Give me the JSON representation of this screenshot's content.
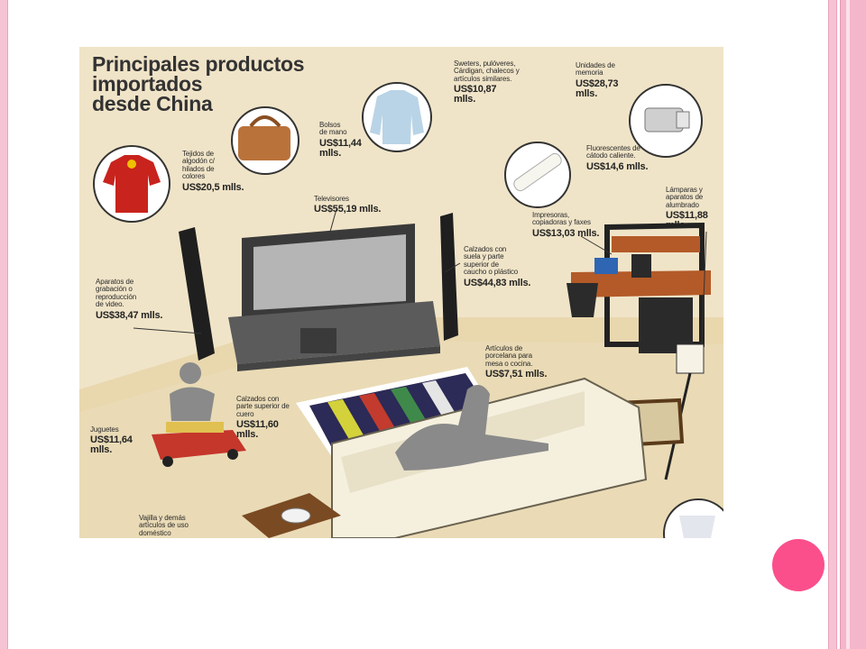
{
  "infographic": {
    "title": "Principales productos\nimportados\ndesde China",
    "items": [
      {
        "label": "Sweters, pulóveres,\nCárdigan, chalecos y\nartículos similares.",
        "value": "US$10,87\nmlls."
      },
      {
        "label": "Unidades de\nmemoria",
        "value": "US$28,73\nmlls."
      },
      {
        "label": "Bolsos\nde mano",
        "value": "US$11,44\nmlls."
      },
      {
        "label": "Fluorescentes de\ncátodo caliente.",
        "value": "US$14,6 mlls."
      },
      {
        "label": "Tejidos de\nalgodón c/\nhilados de\ncolores",
        "value": "US$20,5 mlls."
      },
      {
        "label": "Televisores",
        "value": "US$55,19 mlls."
      },
      {
        "label": "Lámparas y\naparatos de\nalumbrado",
        "value": "US$11,88\nmlls."
      },
      {
        "label": "Impresoras,\ncopiadoras y faxes",
        "value": "US$13,03 mlls."
      },
      {
        "label": "Calzados con\nsuela y parte\nsuperior de\ncaucho o plástico",
        "value": "US$44,83 mlls."
      },
      {
        "label": "Aparatos de\ngrabación o\nreproducción\nde video.",
        "value": "US$38,47 mlls."
      },
      {
        "label": "Artículos de\nporcelana para\nmesa o cocina.",
        "value": "US$7,51 mlls."
      },
      {
        "label": "Calzados con\nparte superior de\ncuero",
        "value": "US$11,60\nmlls."
      },
      {
        "label": "Juguetes",
        "value": "US$11,64\nmlls."
      },
      {
        "label": "Vajilla y demás\nartículos de uso\ndoméstico",
        "value": ""
      }
    ]
  }
}
